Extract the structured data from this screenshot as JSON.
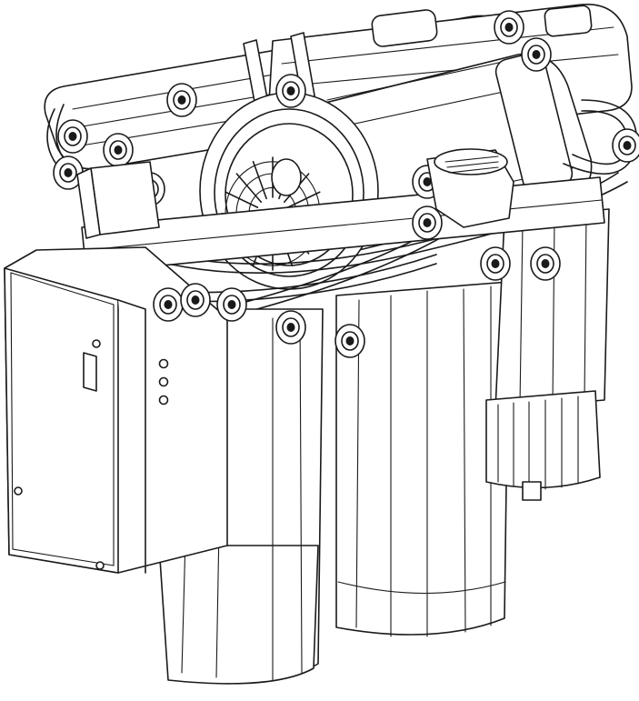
{
  "illustration": {
    "line_color": "#1a1a1a",
    "background": "#ffffff",
    "pump_label": ""
  },
  "components": {
    "membrane_housings": 2,
    "filter_housings": 3,
    "control_box_leds": 3,
    "pump": "booster-pump"
  }
}
